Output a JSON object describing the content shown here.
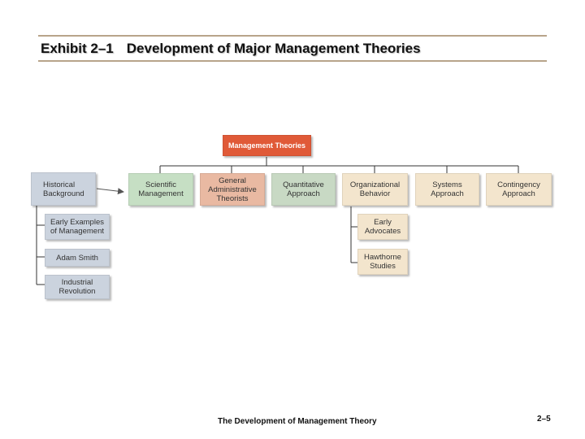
{
  "header": {
    "exhibit": "Exhibit 2–1",
    "title": "Development of Major Management Theories"
  },
  "diagram": {
    "root": "Management Theories",
    "theories": [
      "Scientific\nManagement",
      "General\nAdministrative\nTheorists",
      "Quantitative\nApproach",
      "Organizational\nBehavior",
      "Systems\nApproach",
      "Contingency\nApproach"
    ],
    "historical": "Historical\nBackground",
    "historical_items": [
      "Early Examples\nof Management",
      "Adam Smith",
      "Industrial\nRevolution"
    ],
    "ob_items": [
      "Early\nAdvocates",
      "Hawthorne\nStudies"
    ]
  },
  "footer": {
    "text": "The Development of Management Theory",
    "page": "2–5"
  }
}
